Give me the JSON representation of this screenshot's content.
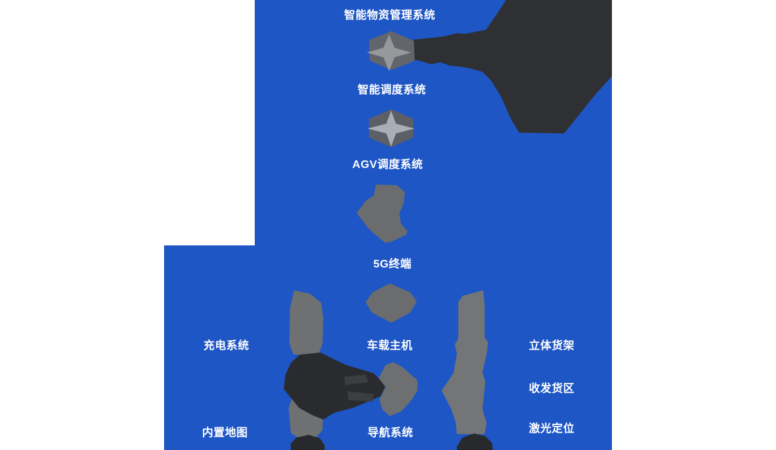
{
  "palette": {
    "background_blue": "#1e56c6",
    "canvas_white": "#ffffff",
    "illustration_dark": "#2e3033",
    "robot_body_dark": "#292b2f",
    "illustration_gray": "#6a6c6e",
    "icon_hexagon_gray": "#5e6167",
    "icon_star_gray": "#a0a4ab",
    "label_text": "#ffffff"
  },
  "labels": {
    "smart_materials": "智能物资管理系统",
    "smart_dispatch": "智能调度系统",
    "agv_dispatch": "AGV调度系统",
    "terminal_5g": "5G终端",
    "charging": "充电系统",
    "vehicle_host": "车载主机",
    "stereo_rack": "立体货架",
    "shipping_receiving": "收发货区",
    "laser_positioning": "激光定位",
    "builtin_map": "内置地图",
    "navigation": "导航系统"
  },
  "icons": [
    {
      "name": "compass-star-icon",
      "style": "hexagon badge with 4-point star"
    },
    {
      "name": "compass-star-icon",
      "style": "hexagon badge with 4-point star"
    }
  ]
}
